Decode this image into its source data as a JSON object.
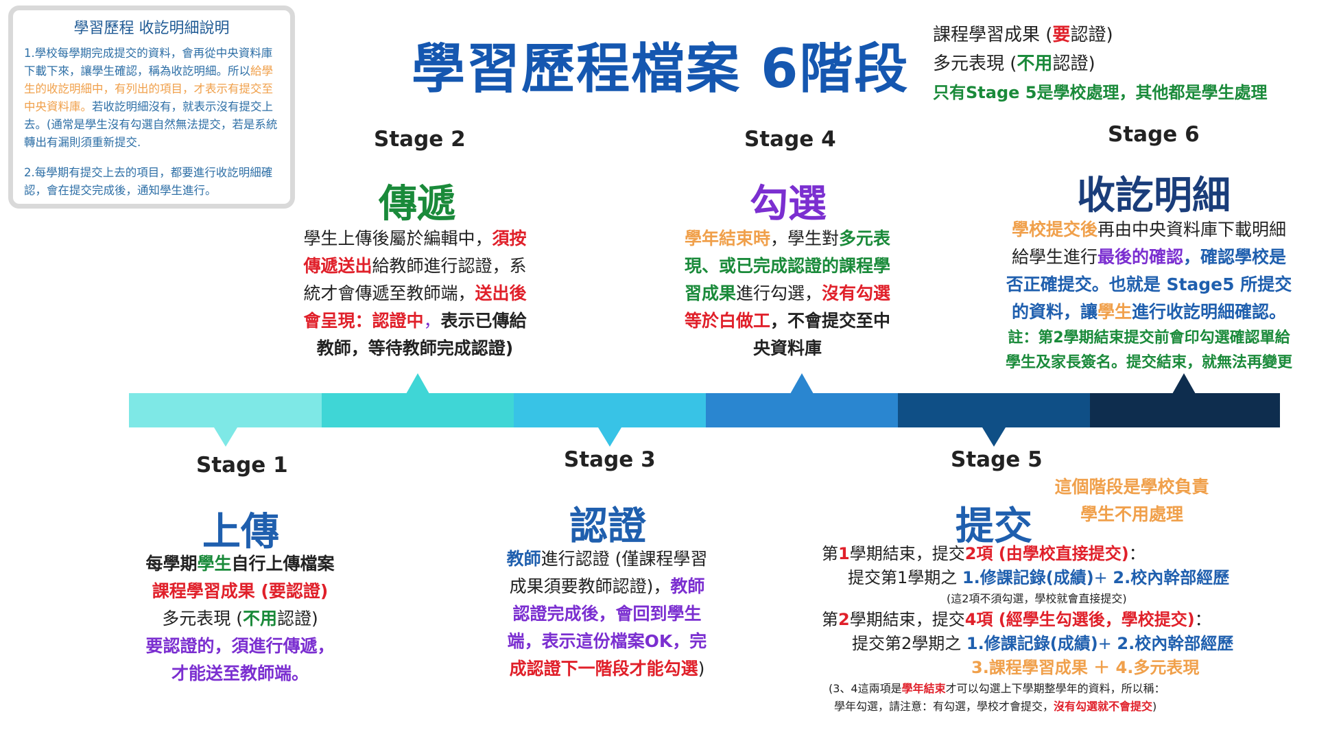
{
  "info_box": {
    "title": "學習歷程 收訖明細說明",
    "p1_a": "1.學校每學期完成提交的資料，會再從中央資料庫下載下來，讓學生確認，稱為收訖明細。所以",
    "p1_b": "給學生的收訖明細中，有列出的項目，才表示有提交至中央資料庫。",
    "p1_c": "若收訖明細沒有，就表示沒有提交上去。(通常是學生沒有勾選自然無法提交，若是系統轉出有漏則須重新提交.",
    "p2": "2.每學期有提交上去的項目，都要進行收訖明細確認，會在提交完成後，通知學生進行。"
  },
  "main_title": "學習歷程檔案 6階段",
  "legend": {
    "l1_a": "課程學習成果 (",
    "l1_b": "要",
    "l1_c": "認證)",
    "l2_a": "多元表現 (",
    "l2_b": "不用",
    "l2_c": "認證)",
    "l3": "只有Stage 5是學校處理，其他都是學生處理"
  },
  "stage1": {
    "label": "Stage 1",
    "title": "上傳",
    "d1_a": "每學期",
    "d1_b": "學生",
    "d1_c": "自行上傳檔案",
    "d2": "課程學習成果 (要認證)",
    "d3_a": "多元表現 (",
    "d3_b": "不用",
    "d3_c": "認證)",
    "d4": "要認證的，須進行傳遞，",
    "d5": "才能送至教師端。"
  },
  "stage2": {
    "label": "Stage 2",
    "title": "傳遞",
    "d1_a": "學生上傳後屬於編輯中，",
    "d1_b": "須按",
    "d2_a": "傳遞送出",
    "d2_b": "給教師進行認證，系",
    "d3_a": "統才會傳遞至教師端，",
    "d3_b": "送出後",
    "d4_a": "會呈現：認證中",
    "d4_b": "，",
    "d4_c": "表示已傳給",
    "d5": "教師，等待教師完成認證)"
  },
  "stage3": {
    "label": "Stage 3",
    "title": "認證",
    "d1_a": "教師",
    "d1_b": "進行認證 (僅課程學習",
    "d2_a": "成果須要教師認證)，",
    "d2_b": "教師",
    "d3": "認證完成後，會回到學生",
    "d4": "端，表示這份檔案OK，完",
    "d5_a": "成認證下一階段才能勾選",
    "d5_b": ")"
  },
  "stage4": {
    "label": "Stage 4",
    "title": "勾選",
    "d1_a": "學年結束時",
    "d1_b": "，學生對",
    "d1_c": "多元表",
    "d2": "現、或已完成認證的課程學",
    "d3_a": "習成果",
    "d3_b": "進行勾選，",
    "d3_c": "沒有勾選",
    "d4_a": "等於白做工",
    "d4_b": "，不會提交至中",
    "d5": "央資料庫"
  },
  "stage5": {
    "label": "Stage 5",
    "title": "提交",
    "note1": "這個階段是學校負責",
    "note2": "學生不用處理",
    "r1_a": "第",
    "r1_b": "1",
    "r1_c": "學期結束，提交",
    "r1_d": "2項 (由學校直接提交)",
    "r1_e": "：",
    "r2_a": "提交第1學期之 ",
    "r2_b": "1.修課記錄(成績)",
    "r2_c": "+ ",
    "r2_d": "2.校內幹部經歷",
    "r3": "(這2項不須勾選，學校就會直接提交)",
    "r4_a": "第",
    "r4_b": "2",
    "r4_c": "學期結束，提交",
    "r4_d": "4項 (經學生勾選後，學校提交)",
    "r4_e": "：",
    "r5_a": "提交第2學期之 ",
    "r5_b": "1.修課記錄(成績)",
    "r5_c": "+ ",
    "r5_d": "2.校內幹部經歷",
    "r6": "3.課程學習成果 ＋ 4.多元表現",
    "r7_a": "(3、4這兩項是",
    "r7_b": "學年結束",
    "r7_c": "才可以勾選上下學期整學年的資料，所以稱：",
    "r8_a": "學年勾選，請注意：有勾選，學校才會提交，",
    "r8_b": "沒有勾選就不會提交",
    "r8_c": ")"
  },
  "stage6": {
    "label": "Stage 6",
    "title": "收訖明細",
    "d1_a": "學校提交後",
    "d1_b": "再由中央資料庫下載明細",
    "d2_a": "給學生進行",
    "d2_b": "最後的確認",
    "d2_c": "，確認學校是",
    "d3": "否正確提交。也就是 Stage5 所提交",
    "d4_a": "的資料，讓",
    "d4_b": "學生",
    "d4_c": "進行收訖明細確認。",
    "d5": "註：第2學期結束提交前會印勾選確認單給",
    "d6": "學生及家長簽名。提交結束，就無法再變更"
  },
  "timeline_colors": [
    "#7ee8e6",
    "#3fd6d6",
    "#38c3e6",
    "#2a86d0",
    "#0f4f86",
    "#0e2d4e"
  ]
}
